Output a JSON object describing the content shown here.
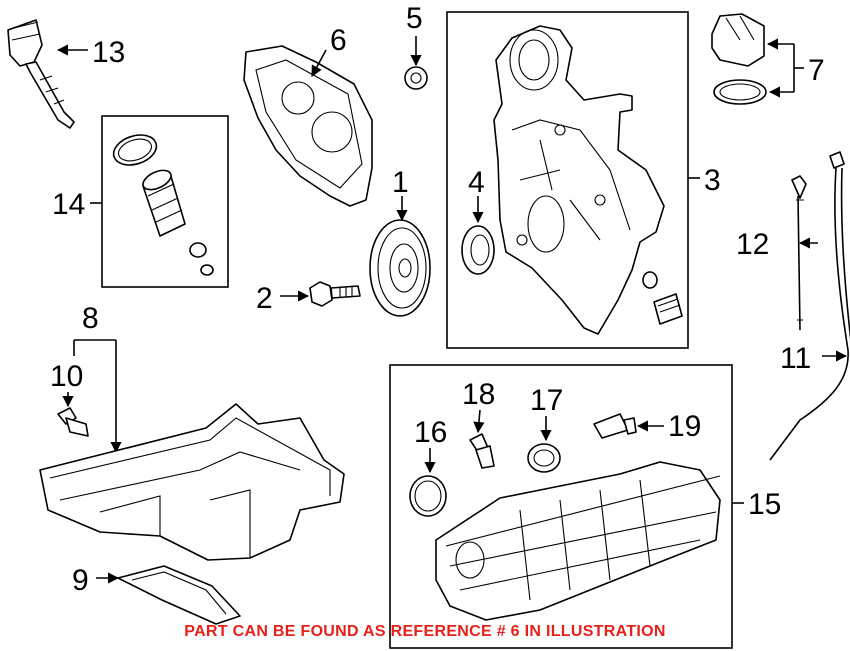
{
  "callouts": {
    "c1": "1",
    "c2": "2",
    "c3": "3",
    "c4": "4",
    "c5": "5",
    "c6": "6",
    "c7": "7",
    "c8": "8",
    "c9": "9",
    "c10": "10",
    "c11": "11",
    "c12": "12",
    "c13": "13",
    "c14": "14",
    "c15": "15",
    "c16": "16",
    "c17": "17",
    "c18": "18",
    "c19": "19"
  },
  "note": {
    "text": "PART CAN BE FOUND AS REFERENCE # 6 IN ILLUSTRATION",
    "color": "#e8201a"
  }
}
